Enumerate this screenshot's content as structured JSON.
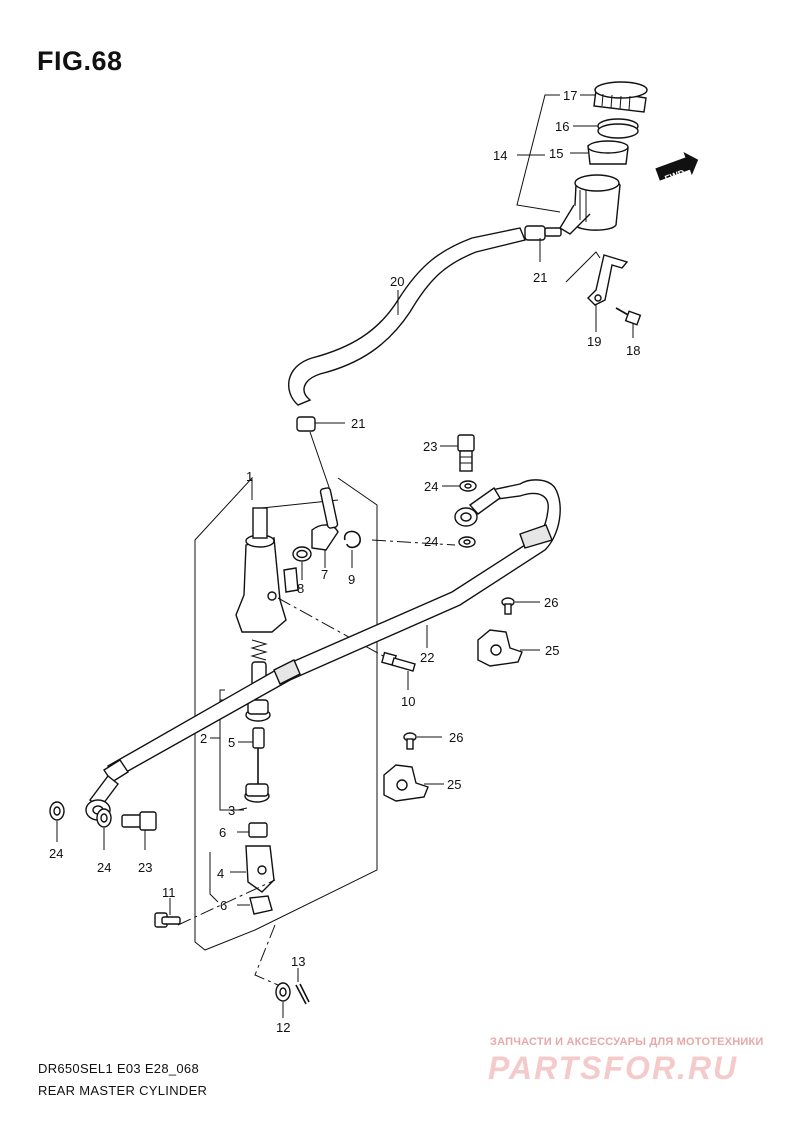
{
  "header": {
    "figure_title": "FIG.68"
  },
  "footer": {
    "model_code": "DR650SEL1 E03 E28_068",
    "section_name": "REAR MASTER CYLINDER"
  },
  "watermark": {
    "tagline": "ЗАПЧАСТИ И АКСЕССУАРЫ ДЛЯ МОТОТЕХНИКИ",
    "logo_text": "PARTSFOR.RU",
    "color": "#e06060"
  },
  "fwd_badge": {
    "label": "FWD"
  },
  "callouts": {
    "c1": "1",
    "c2": "2",
    "c3": "3",
    "c4": "4",
    "c5": "5",
    "c6a": "6",
    "c6b": "6",
    "c7": "7",
    "c8": "8",
    "c9": "9",
    "c10": "10",
    "c11": "11",
    "c12": "12",
    "c13": "13",
    "c14": "14",
    "c15": "15",
    "c16": "16",
    "c17": "17",
    "c18": "18",
    "c19": "19",
    "c20": "20",
    "c21a": "21",
    "c21b": "21",
    "c22": "22",
    "c23a": "23",
    "c23b": "23",
    "c24a": "24",
    "c24b": "24",
    "c24c": "24",
    "c24d": "24",
    "c25a": "25",
    "c25b": "25",
    "c26a": "26",
    "c26b": "26"
  }
}
